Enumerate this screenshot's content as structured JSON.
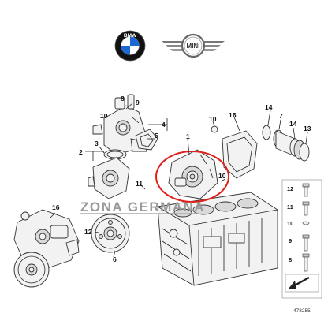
{
  "brands": {
    "bmw_logo_text": "BMW",
    "mini_logo_text": "MINI"
  },
  "watermark": "ZONA GERMANA",
  "diagram_number": "478255",
  "colors": {
    "highlight": "#e0201b",
    "bmw_blue": "#1c69d4",
    "line": "#222222"
  },
  "callouts": {
    "c1": "1",
    "c2": "2",
    "c3": "3",
    "c4": "4",
    "c5": "5",
    "c6": "6",
    "c7": "7",
    "c8": "8",
    "c9": "9",
    "c10": "10",
    "c11": "11",
    "c12": "12",
    "c13": "13",
    "c14": "14",
    "c15": "15",
    "c16": "16"
  },
  "legend": {
    "items": [
      {
        "num": "12"
      },
      {
        "num": "11"
      },
      {
        "num": "10"
      },
      {
        "num": "9"
      },
      {
        "num": "8"
      }
    ]
  }
}
